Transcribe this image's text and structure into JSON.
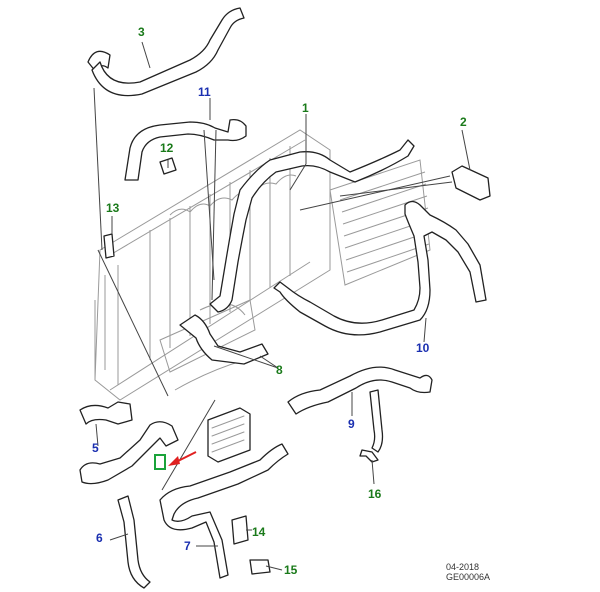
{
  "colors": {
    "outline": "#222222",
    "fill": "#ffffff",
    "light_line": "#9a9a9a",
    "callout_green": "#1a7a1a",
    "callout_blue": "#1a2fb0",
    "arrow_red": "#e02020",
    "highlight_green": "#1aa33a"
  },
  "callouts": [
    {
      "id": "1",
      "label": "1",
      "color": "green"
    },
    {
      "id": "2",
      "label": "2",
      "color": "green"
    },
    {
      "id": "3",
      "label": "3",
      "color": "green"
    },
    {
      "id": "5",
      "label": "5",
      "color": "blue"
    },
    {
      "id": "6",
      "label": "6",
      "color": "blue"
    },
    {
      "id": "7",
      "label": "7",
      "color": "blue"
    },
    {
      "id": "8",
      "label": "8",
      "color": "green"
    },
    {
      "id": "9",
      "label": "9",
      "color": "blue"
    },
    {
      "id": "10",
      "label": "10",
      "color": "blue"
    },
    {
      "id": "11",
      "label": "11",
      "color": "blue"
    },
    {
      "id": "12",
      "label": "12",
      "color": "green"
    },
    {
      "id": "13",
      "label": "13",
      "color": "green"
    },
    {
      "id": "14",
      "label": "14",
      "color": "green"
    },
    {
      "id": "15",
      "label": "15",
      "color": "green"
    },
    {
      "id": "16",
      "label": "16",
      "color": "green"
    }
  ],
  "footer": {
    "date": "04-2018",
    "code": "GE00006A"
  }
}
